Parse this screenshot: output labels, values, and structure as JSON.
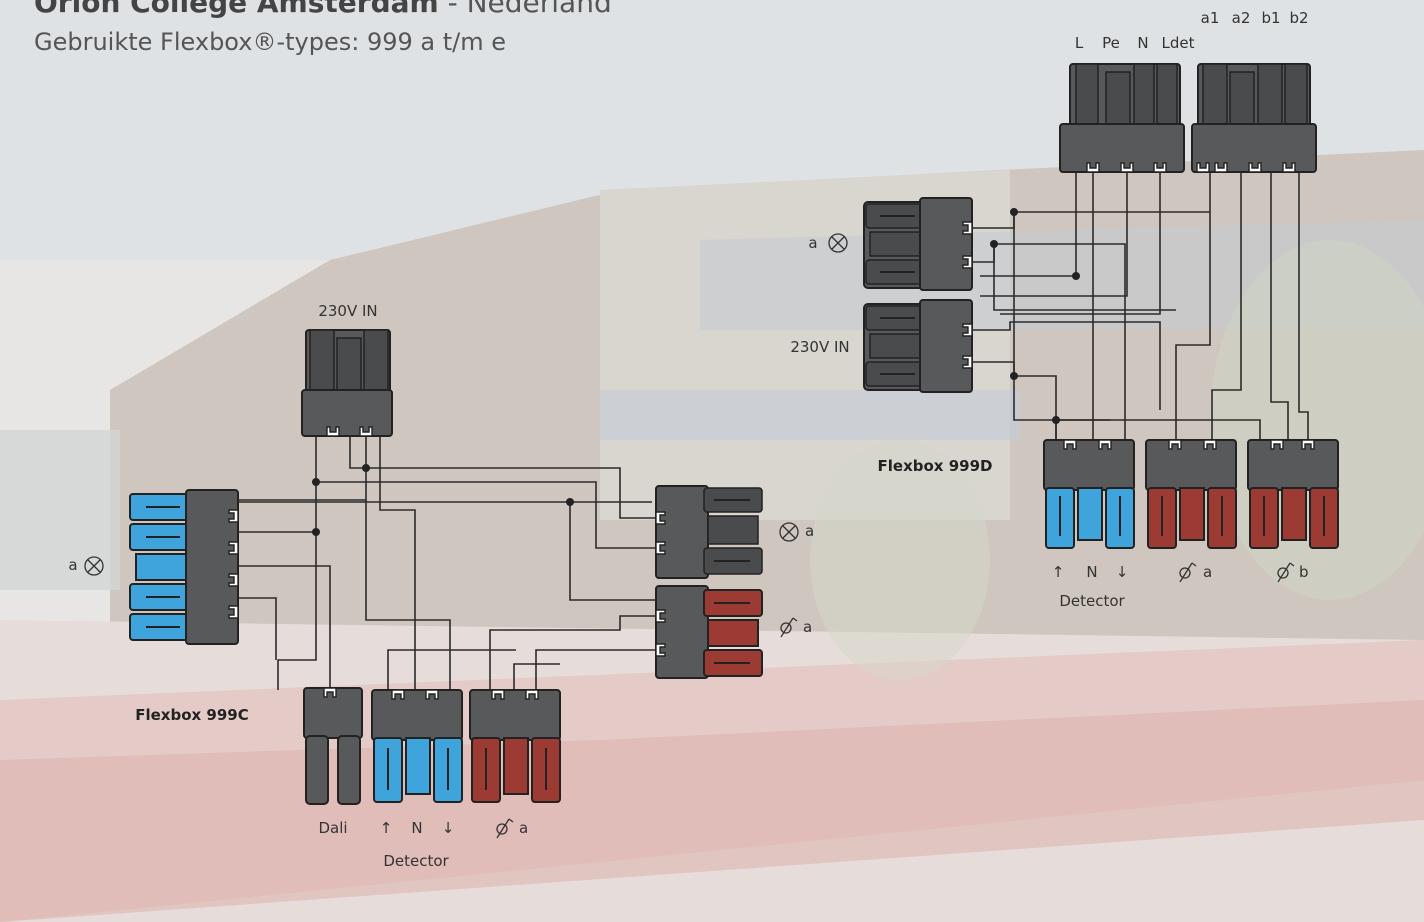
{
  "header": {
    "title_bold": "Orion College Amsterdam",
    "title_sep": " - ",
    "title_rest": "Nederland",
    "subtitle": "Gebruikte Flexbox®-types: 999 a t/m e"
  },
  "diagram_999D": {
    "name": "Flexbox 999D",
    "top_labels_left": [
      "L",
      "Pe",
      "N",
      "Ldet"
    ],
    "top_labels_right": [
      "a1",
      "a2",
      "b1",
      "b2"
    ],
    "lamp_label": "a",
    "input_label": "230V IN",
    "detector_arrows": [
      "↑",
      "N",
      "↓"
    ],
    "detector_label": "Detector",
    "switch_a_label": "a",
    "switch_b_label": "b"
  },
  "diagram_999C": {
    "name": "Flexbox 999C",
    "input_label": "230V IN",
    "lamp_left_label": "a",
    "lamp_right_label": "a",
    "switch_label": "a",
    "dali_label": "Dali",
    "detector_arrows": [
      "↑",
      "N",
      "↓"
    ],
    "detector_label": "Detector",
    "switch_bottom_label": "a"
  },
  "colors": {
    "connector_grey": "#555759",
    "connector_blue": "#3fa3dc",
    "connector_red": "#9b3b33",
    "wire": "#2b2b2b",
    "sky": "#d9dde0",
    "road": "#d9a59d"
  },
  "icons": {
    "lamp": "crossed-circle-icon",
    "switch": "switch-symbol-icon",
    "arrow_up": "arrow-up-icon",
    "arrow_down": "arrow-down-icon"
  }
}
